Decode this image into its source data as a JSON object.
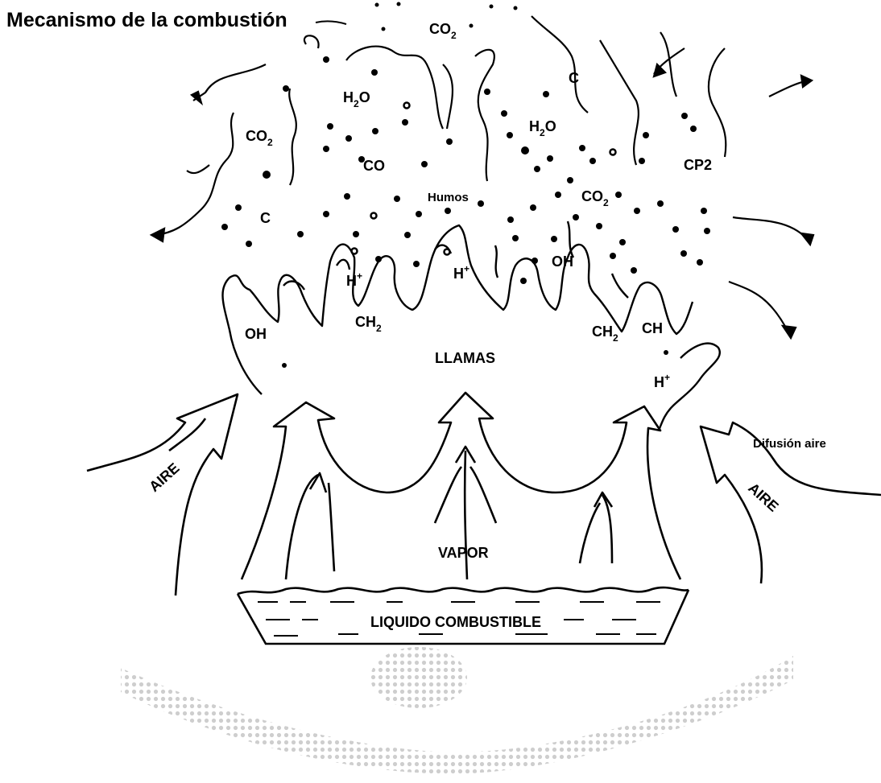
{
  "title": "Mecanismo de la combustión",
  "labels": {
    "co2_top": "CO2",
    "c_top": "C",
    "h2o_left": "H2O",
    "h2o_right": "H2O",
    "co2_left": "CO2",
    "co": "CO",
    "cp2": "CP2",
    "humos": "Humos",
    "co2_mid": "CO2",
    "c_left": "C",
    "h_plus_1": "H+",
    "h_plus_2": "H+",
    "oh_mid": "OH",
    "oh_left": "OH",
    "ch2_left": "CH2",
    "ch2_right": "CH2",
    "ch": "CH",
    "llamas": "LLAMAS",
    "h_plus_3": "H+",
    "difusion_aire": "Difusión aire",
    "aire_left": "AIRE",
    "aire_right": "AIRE",
    "vapor": "VAPOR",
    "liquido": "LIQUIDO COMBUSTIBLE"
  },
  "colors": {
    "ink": "#000000",
    "background": "#ffffff",
    "watermark": "#c8c8c8"
  }
}
